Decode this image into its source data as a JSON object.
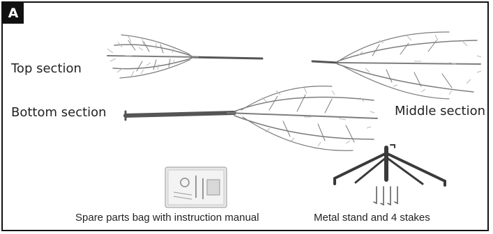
{
  "panel": {
    "badge": "A",
    "labels": {
      "top_section": "Top section",
      "middle_section": "Middle section",
      "bottom_section": "Bottom section",
      "spare_parts": "Spare parts bag with instruction manual",
      "metal_stand": "Metal stand and 4 stakes"
    }
  },
  "colors": {
    "branch": "#7d7d7d",
    "needle": "#b8b8b8",
    "pole": "#555555",
    "stand": "#3a3a3a",
    "border": "#111111"
  }
}
